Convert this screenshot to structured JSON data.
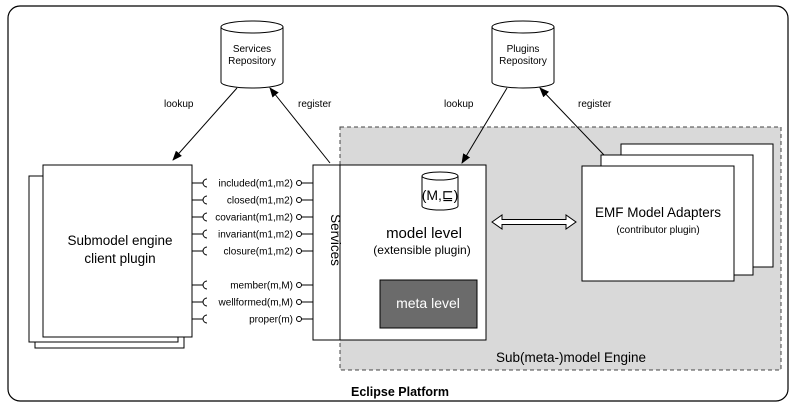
{
  "platform": {
    "title": "Eclipse Platform"
  },
  "engine": {
    "title": "Sub(meta-)model Engine"
  },
  "repositories": {
    "services": {
      "line1": "Services",
      "line2": "Repository"
    },
    "plugins": {
      "line1": "Plugins",
      "line2": "Repository"
    }
  },
  "arrows": {
    "services_lookup": "lookup",
    "services_register": "register",
    "plugins_lookup": "lookup",
    "plugins_register": "register"
  },
  "client": {
    "line1": "Submodel engine",
    "line2": "client plugin"
  },
  "services_label": "Services",
  "interfaces": [
    "included(m1,m2)",
    "closed(m1,m2)",
    "covariant(m1,m2)",
    "invariant(m1,m2)",
    "closure(m1,m2)",
    "member(m,M)",
    "wellformed(m,M)",
    "proper(m)"
  ],
  "model_level": {
    "title": "model level",
    "subtitle": "(extensible plugin)",
    "db_label": "(M,⊑)",
    "meta_label": "meta level"
  },
  "adapters": {
    "title": "EMF Model Adapters",
    "subtitle": "(contributor plugin)"
  },
  "colors": {
    "engine_fill": "#d9d9d9",
    "meta_fill": "#6b6b6b",
    "stroke": "#000000"
  }
}
